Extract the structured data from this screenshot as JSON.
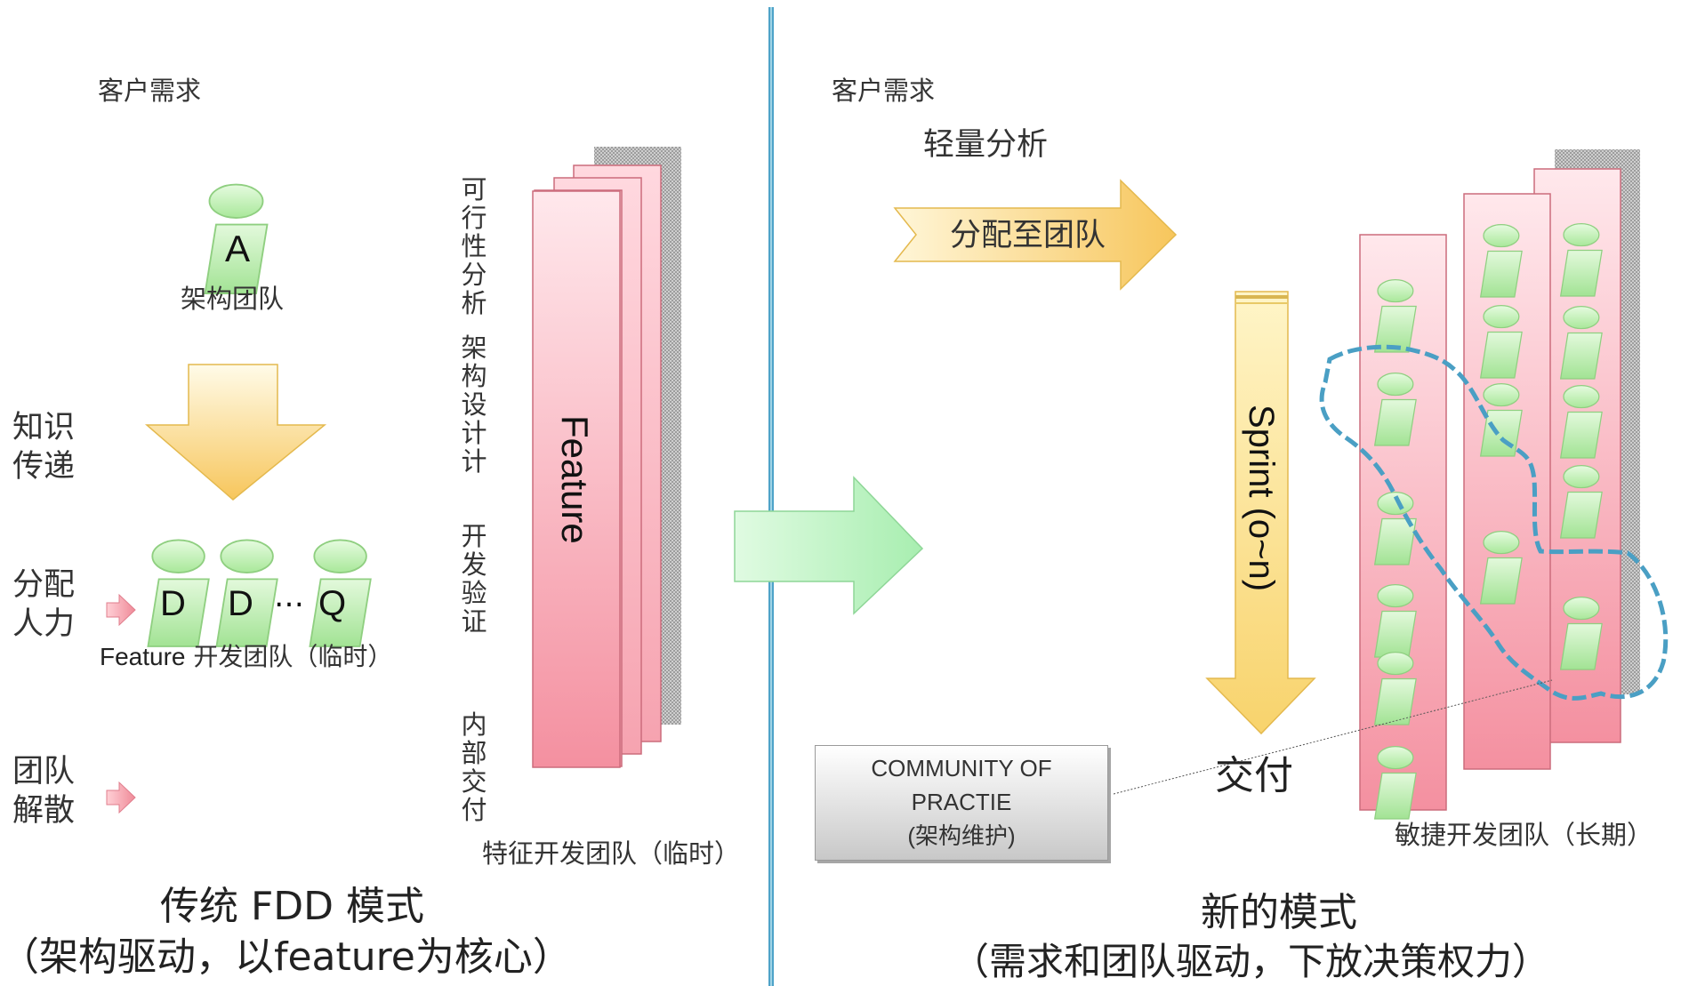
{
  "left": {
    "customer_demand": "客户需求",
    "arch_team_letter": "A",
    "arch_team_label": "架构团队",
    "knowledge_transfer": [
      "知识",
      "传递"
    ],
    "assign_people": [
      "分配",
      "人力"
    ],
    "team_disband": [
      "团队",
      "解散"
    ],
    "dev_letters": [
      "D",
      "D",
      "Q"
    ],
    "ellipsis": "…",
    "feature_team_word": "Feature",
    "feature_team_rest": "开发团队（临时）",
    "phases": [
      "可行性分析",
      "架构设计计",
      "开发验证",
      "内部交付"
    ],
    "feature_word": "Feature",
    "feature_team_caption": "特征开发团队（临时）",
    "title": "传统 FDD 模式",
    "subtitle": "（架构驱动，以feature为核心）"
  },
  "right": {
    "customer_demand": "客户需求",
    "light_analysis": "轻量分析",
    "assign_to_team": "分配至团队",
    "sprint": "Sprint (o~n)",
    "deliver": "交付",
    "community": [
      "COMMUNITY OF",
      "PRACTIE",
      "(架构维护)"
    ],
    "agile_team_caption": "敏捷开发团队（长期）",
    "title": "新的模式",
    "subtitle": "（需求和团队驱动，下放决策权力）"
  },
  "colors": {
    "divider": "#4ea3c8",
    "feature_pink": "#f59aa6",
    "person_green": "#b8efa8",
    "arrow_yellow": "#f8d068",
    "arrow_green": "#b9f0bd",
    "dashed_group": "#4a9fc4"
  },
  "icons": [
    "person-icon",
    "down-arrow",
    "right-arrow",
    "small-right-arrow"
  ]
}
